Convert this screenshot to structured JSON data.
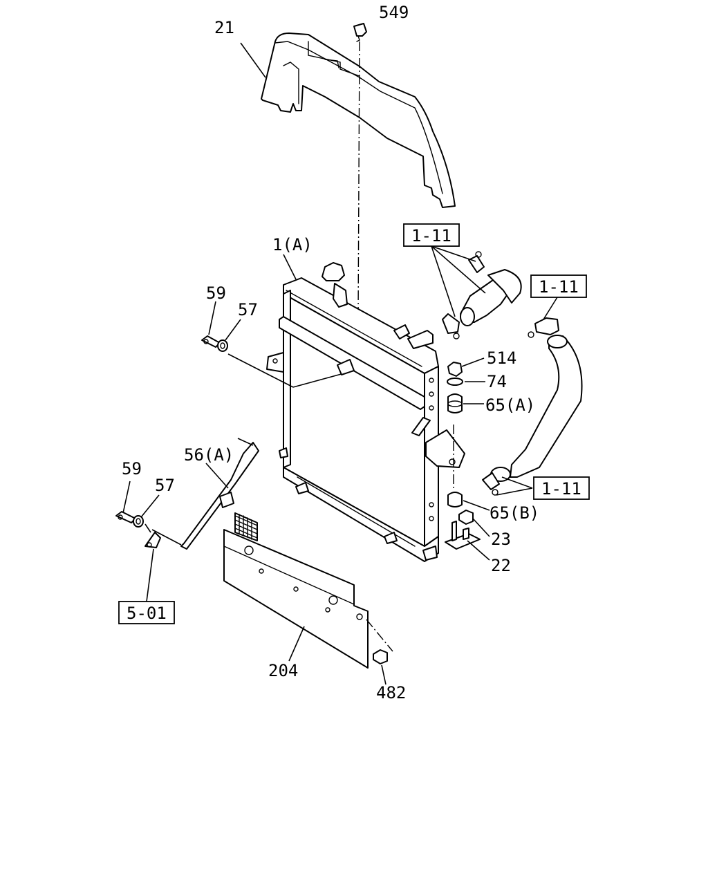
{
  "labels": {
    "p549": "549",
    "p21": "21",
    "p1a": "1(A)",
    "p59a": "59",
    "p57a": "57",
    "p514": "514",
    "p74": "74",
    "p65a": "65(A)",
    "p56a": "56(A)",
    "p59b": "59",
    "p57b": "57",
    "p65b": "65(B)",
    "p23": "23",
    "p22": "22",
    "p204": "204",
    "p482": "482"
  },
  "refs": {
    "r1": "1-11",
    "r2": "1-11",
    "r3": "1-11",
    "r4": "5-01"
  }
}
